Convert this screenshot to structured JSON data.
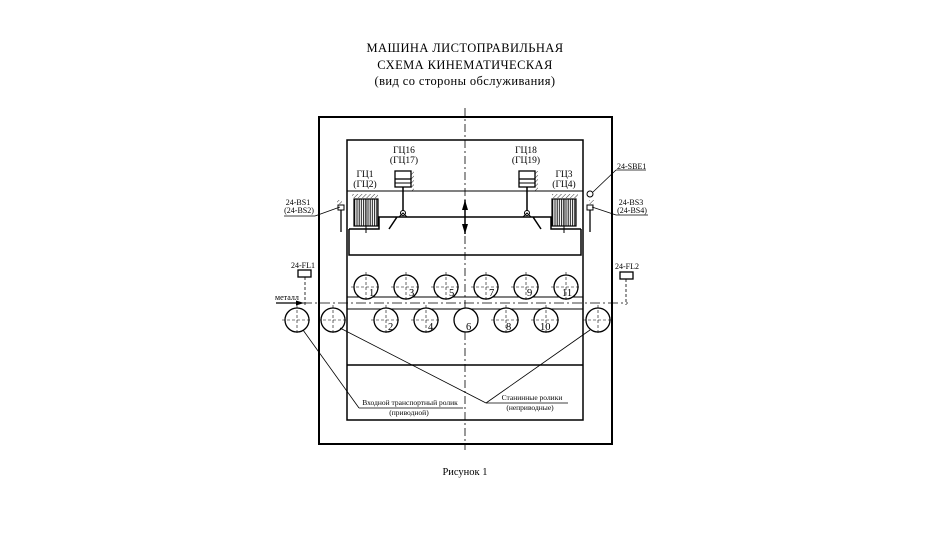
{
  "title": {
    "line1": "МАШИНА  ЛИСТОПРАВИЛЬНАЯ",
    "line2": "СХЕМА  КИНЕМАТИЧЕСКАЯ",
    "line3": "(вид со стороны обслуживания)"
  },
  "caption": "Рисунок 1",
  "cylinders": {
    "gc16": "ГЦ16",
    "gc17": "(ГЦ17)",
    "gc18": "ГЦ18",
    "gc19": "(ГЦ19)",
    "gc1": "ГЦ1",
    "gc2": "(ГЦ2)",
    "gc3": "ГЦ3",
    "gc4": "(ГЦ4)"
  },
  "sensors": {
    "bs1": "24-BS1",
    "bs2": "(24-BS2)",
    "bs3": "24-BS3",
    "bs4": "(24-BS4)",
    "sbe1": "24-SBE1",
    "fl1": "24-FL1",
    "fl2": "24-FL2"
  },
  "metal_label": "металл",
  "upper_rolls": [
    "1",
    "3",
    "5",
    "7",
    "9",
    "11"
  ],
  "lower_rolls": [
    "2",
    "4",
    "6",
    "8",
    "10"
  ],
  "callouts": {
    "input_roll_1": "Входной транспортный ролик",
    "input_roll_2": "(приводной)",
    "stand_rolls_1": "Станинные ролики",
    "stand_rolls_2": "(неприводные)"
  }
}
